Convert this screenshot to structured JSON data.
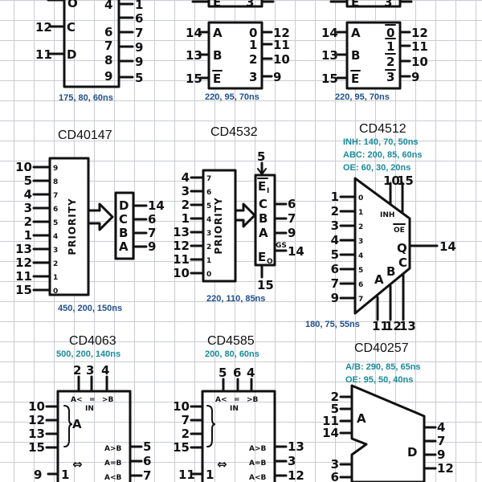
{
  "chips": [
    {
      "top_left": {
        "inputs": [
          {
            "pin": "12",
            "name": "C"
          },
          {
            "pin": "11",
            "name": "D"
          }
        ],
        "outputs": [
          "4",
          "1",
          "6",
          "6",
          "7",
          "7",
          "8",
          "8",
          "9",
          "9",
          "5"
        ],
        "timing": "175, 80, 60ns"
      }
    },
    {
      "top_mid": {
        "inputs": [
          {
            "pin": "14",
            "name": "A"
          },
          {
            "pin": "13",
            "name": "B"
          },
          {
            "pin": "15",
            "name": "E"
          }
        ],
        "outputs": [
          {
            "name": "0",
            "pin": "12"
          },
          {
            "name": "1",
            "pin": "11"
          },
          {
            "name": "2",
            "pin": "10"
          },
          {
            "name": "3",
            "pin": "9"
          }
        ],
        "top_row_pin": "3",
        "timing": "220, 95, 70ns"
      }
    },
    {
      "top_right": {
        "inputs": [
          {
            "pin": "14",
            "name": "A"
          },
          {
            "pin": "13",
            "name": "B"
          },
          {
            "pin": "15",
            "name": "E"
          }
        ],
        "outputs": [
          {
            "name": "0",
            "pin": "12"
          },
          {
            "name": "1",
            "pin": "11"
          },
          {
            "name": "2",
            "pin": "10"
          },
          {
            "name": "3",
            "pin": "9"
          }
        ],
        "top_row_pin": "3",
        "timing": "220, 95, 70ns"
      }
    }
  ],
  "cd40147": {
    "title": "CD40147",
    "inputs": [
      {
        "pin": "10",
        "n": "9"
      },
      {
        "pin": "5",
        "n": "8"
      },
      {
        "pin": "4",
        "n": "7"
      },
      {
        "pin": "3",
        "n": "6"
      },
      {
        "pin": "2",
        "n": "5"
      },
      {
        "pin": "1",
        "n": "4"
      },
      {
        "pin": "13",
        "n": "3"
      },
      {
        "pin": "12",
        "n": "2"
      },
      {
        "pin": "11",
        "n": "1"
      },
      {
        "pin": "15",
        "n": "0"
      }
    ],
    "label": "PRIORITY",
    "outputs": [
      {
        "n": "D",
        "pin": "14"
      },
      {
        "n": "C",
        "pin": "6"
      },
      {
        "n": "B",
        "pin": "7"
      },
      {
        "n": "A",
        "pin": "9"
      }
    ],
    "timing": "450, 200, 150ns"
  },
  "cd4532": {
    "title": "CD4532",
    "inputs": [
      {
        "pin": "4",
        "n": "7"
      },
      {
        "pin": "3",
        "n": "6"
      },
      {
        "pin": "2",
        "n": "5"
      },
      {
        "pin": "1",
        "n": "4"
      },
      {
        "pin": "13",
        "n": "3"
      },
      {
        "pin": "12",
        "n": "2"
      },
      {
        "pin": "11",
        "n": "1"
      },
      {
        "pin": "10",
        "n": "0"
      }
    ],
    "label": "PRIORITY",
    "ei_pin": "5",
    "ei": "E",
    "ei_sub": "I",
    "eo": "E",
    "eo_sub": "O",
    "eo_pin": "15",
    "outputs": [
      {
        "n": "C",
        "pin": "6"
      },
      {
        "n": "B",
        "pin": "7"
      },
      {
        "n": "A",
        "pin": "9"
      }
    ],
    "gs": "GS",
    "gs_pin": "14",
    "timing": "220, 110, 85ns"
  },
  "cd4512": {
    "title": "CD4512",
    "timing1": "INH: 140, 70, 50ns",
    "timing2": "ABC: 200, 85, 60ns",
    "timing3": "OE: 60, 30, 20ns",
    "inputs": [
      {
        "pin": "1",
        "n": "0"
      },
      {
        "pin": "2",
        "n": "1"
      },
      {
        "pin": "3",
        "n": "2"
      },
      {
        "pin": "4",
        "n": "3"
      },
      {
        "pin": "5",
        "n": "4"
      },
      {
        "pin": "6",
        "n": "5"
      },
      {
        "pin": "7",
        "n": "6"
      },
      {
        "pin": "9",
        "n": "7"
      }
    ],
    "inh_pin": "10",
    "inh": "INH",
    "oe_pin": "15",
    "oe": "OE",
    "q": "Q",
    "q_pin": "14",
    "sel": [
      {
        "n": "A",
        "pin": "11"
      },
      {
        "n": "B",
        "pin": "12"
      },
      {
        "n": "C",
        "pin": "13"
      }
    ],
    "timing": "180, 75, 55ns"
  },
  "cd4063": {
    "title": "CD4063",
    "timing": "500, 200, 140ns",
    "top_pins": [
      "2",
      "3",
      "4"
    ],
    "top_labels": [
      "A<",
      "=",
      ">B"
    ],
    "in_label": "IN",
    "a_pins": [
      "10",
      "12",
      "13",
      "15"
    ],
    "a_label": "A",
    "b_pin": "9",
    "b_n": "1",
    "outputs": [
      {
        "n": "A>B",
        "pin": "5"
      },
      {
        "n": "A=B",
        "pin": "6"
      },
      {
        "n": "A<B",
        "pin": "7"
      }
    ],
    "arrow": "⇔"
  },
  "cd4585": {
    "title": "CD4585",
    "timing": "200, 80, 60ns",
    "top_pins": [
      "5",
      "6",
      "4"
    ],
    "top_labels": [
      "A<",
      "=",
      ">B"
    ],
    "in_label": "IN",
    "a_pins": [
      "10",
      "7",
      "2",
      "15"
    ],
    "b_pin": "11",
    "b_n": "1",
    "outputs": [
      {
        "n": "A>B",
        "pin": "13"
      },
      {
        "n": "A=B",
        "pin": "3"
      },
      {
        "n": "A<B",
        "pin": "12"
      }
    ],
    "arrow": "⇔"
  },
  "cd40257": {
    "title": "CD40257",
    "timing1": "A/B: 290, 85, 65ns",
    "timing2": "OE: 95, 50, 40ns",
    "a_pins": [
      "2",
      "5",
      "11",
      "14"
    ],
    "a_label": "A",
    "b_pins": [
      "3",
      "6"
    ],
    "d_label": "D",
    "outputs": [
      "4",
      "7",
      "9",
      "12"
    ]
  }
}
